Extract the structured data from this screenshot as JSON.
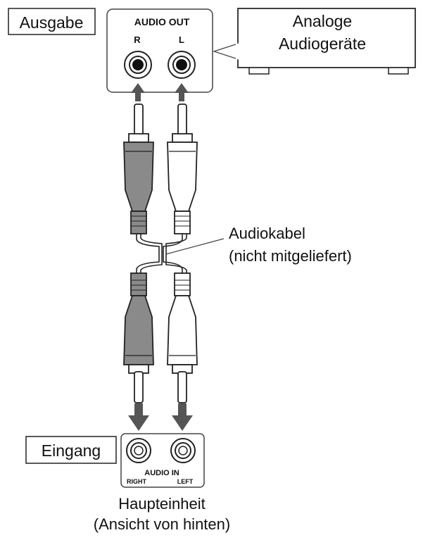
{
  "labels": {
    "output": "Ausgabe",
    "device_line1": "Analoge",
    "device_line2": "Audiogeräte",
    "audio_out": "AUDIO OUT",
    "right_short": "R",
    "left_short": "L",
    "cable_line1": "Audiokabel",
    "cable_line2": "(nicht mitgeliefert)",
    "input": "Eingang",
    "audio_in": "AUDIO IN",
    "right": "RIGHT",
    "left": "LEFT",
    "main_unit_line1": "Haupteinheit",
    "main_unit_line2": "(Ansicht von hinten)"
  },
  "colors": {
    "red_plug": "#8a8a8a",
    "white_plug": "#ffffff",
    "arrow": "#555555",
    "outline": "#222222"
  }
}
